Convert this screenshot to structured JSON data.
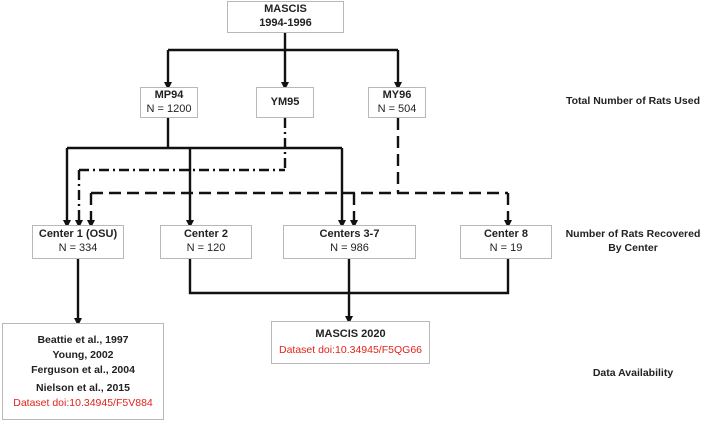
{
  "root": {
    "title": "MASCIS",
    "years": "1994-1996"
  },
  "studies": [
    {
      "id": "mp94",
      "title": "MP94",
      "count": "N = 1200"
    },
    {
      "id": "ym95",
      "title": "YM95",
      "count": ""
    },
    {
      "id": "my96",
      "title": "MY96",
      "count": "N = 504"
    }
  ],
  "centers": [
    {
      "id": "c1",
      "title": "Center 1 (OSU)",
      "count": "N = 334"
    },
    {
      "id": "c2",
      "title": "Center 2",
      "count": "N = 120"
    },
    {
      "id": "c37",
      "title": "Centers 3-7",
      "count": "N = 986"
    },
    {
      "id": "c8",
      "title": "Center 8",
      "count": "N = 19"
    }
  ],
  "publications": {
    "refs": [
      "Beattie et al., 1997",
      "Young,  2002",
      "Ferguson et al., 2004",
      "Nielson et al., 2015"
    ],
    "doi": "Dataset doi:10.34945/F5V884"
  },
  "mascis2020": {
    "title": "MASCIS 2020",
    "doi": "Dataset doi:10.34945/F5QG66"
  },
  "labels": {
    "total": "Total Number of Rats Used",
    "recovered_line1": "Number of Rats Recovered",
    "recovered_line2": "By Center",
    "availability": "Data Availability"
  },
  "colors": {
    "doi": "#e2231a",
    "line": "#111111",
    "box_border": "#b8b8b8"
  }
}
